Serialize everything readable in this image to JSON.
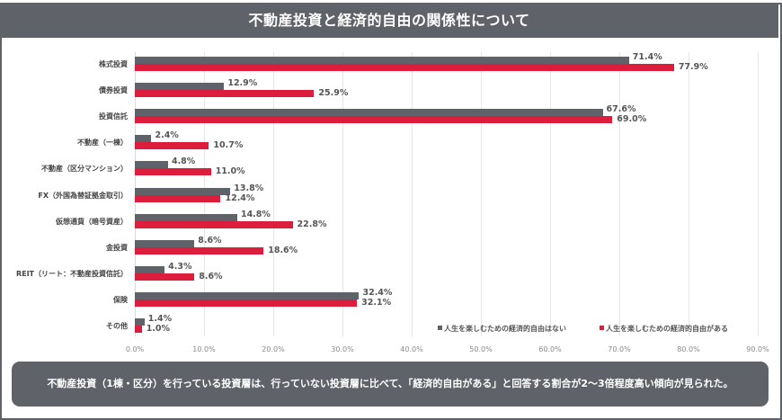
{
  "header": {
    "title": "不動産投資と経済的自由の関係性について"
  },
  "summary": {
    "text": "不動産投資（1棟・区分）を行っている投資層は、行っていない投資層に比べて、「経済的自由がある」と回答する割合が2〜3倍程度高い傾向が見られた。"
  },
  "legend": {
    "items": [
      {
        "label": "人生を楽しむための経済的自由はない",
        "color": "#5f6369"
      },
      {
        "label": "人生を楽しむための経済的自由がある",
        "color": "#dc1e3c"
      }
    ]
  },
  "axis": {
    "ticks": [
      "0.0%",
      "10.0%",
      "20.0%",
      "30.0%",
      "40.0%",
      "50.0%",
      "60.0%",
      "70.0%",
      "80.0%",
      "90.0%"
    ]
  },
  "chart_data": {
    "type": "bar",
    "orientation": "horizontal",
    "title": "不動産投資と経済的自由の関係性について",
    "xlabel": "",
    "ylabel": "",
    "xlim": [
      0,
      90
    ],
    "grid": true,
    "legend_position": "bottom-right",
    "categories": [
      "株式投資",
      "債券投資",
      "投資信託",
      "不動産（一棟）",
      "不動産（区分マンション）",
      "FX（外国為替証拠金取引）",
      "仮想通貨（暗号資産）",
      "金投資",
      "REIT（リート：不動産投資信託）",
      "保険",
      "その他"
    ],
    "series": [
      {
        "name": "人生を楽しむための経済的自由はない",
        "color": "#5f6369",
        "values": [
          71.4,
          12.9,
          67.6,
          2.4,
          4.8,
          13.8,
          14.8,
          8.6,
          4.3,
          32.4,
          1.4
        ]
      },
      {
        "name": "人生を楽しむための経済的自由がある",
        "color": "#dc1e3c",
        "values": [
          77.9,
          25.9,
          69.0,
          10.7,
          11.0,
          12.4,
          22.8,
          18.6,
          8.6,
          32.1,
          1.0
        ]
      }
    ],
    "value_labels": {
      "gray": [
        "71.4%",
        "12.9%",
        "67.6%",
        "2.4%",
        "4.8%",
        "13.8%",
        "14.8%",
        "8.6%",
        "4.3%",
        "32.4%",
        "1.4%"
      ],
      "red": [
        "77.9%",
        "25.9%",
        "69.0%",
        "10.7%",
        "11.0%",
        "12.4%",
        "22.8%",
        "18.6%",
        "8.6%",
        "32.1%",
        "1.0%"
      ]
    }
  }
}
